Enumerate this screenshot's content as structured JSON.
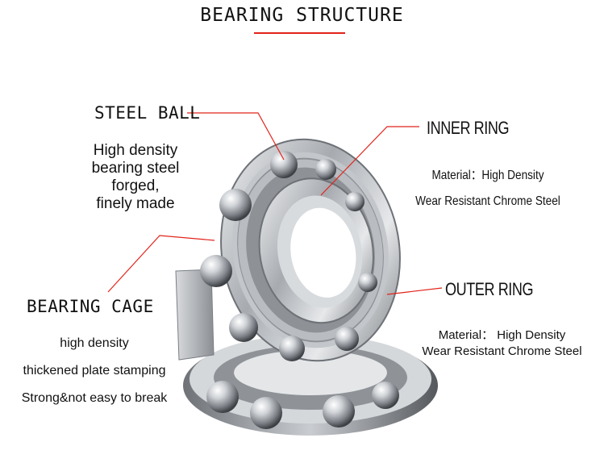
{
  "title": "BEARING STRUCTURE",
  "steel_ball": {
    "heading": "STEEL BALL",
    "lines": [
      "High density",
      "bearing steel",
      "forged,",
      "finely made"
    ]
  },
  "inner_ring": {
    "heading": "INNER RING",
    "lines": [
      "Material：High Density",
      "Wear Resistant Chrome Steel"
    ]
  },
  "outer_ring": {
    "heading": "OUTER RING",
    "lines": [
      "Material： High Density",
      "Wear Resistant Chrome Steel"
    ]
  },
  "bearing_cage": {
    "heading": "BEARING CAGE",
    "lines": [
      "high density",
      "thickened plate stamping",
      "Strong&not easy to break"
    ]
  },
  "colors": {
    "accent": "#e2231a",
    "text": "#111111",
    "steel": "#9a9ea4"
  }
}
